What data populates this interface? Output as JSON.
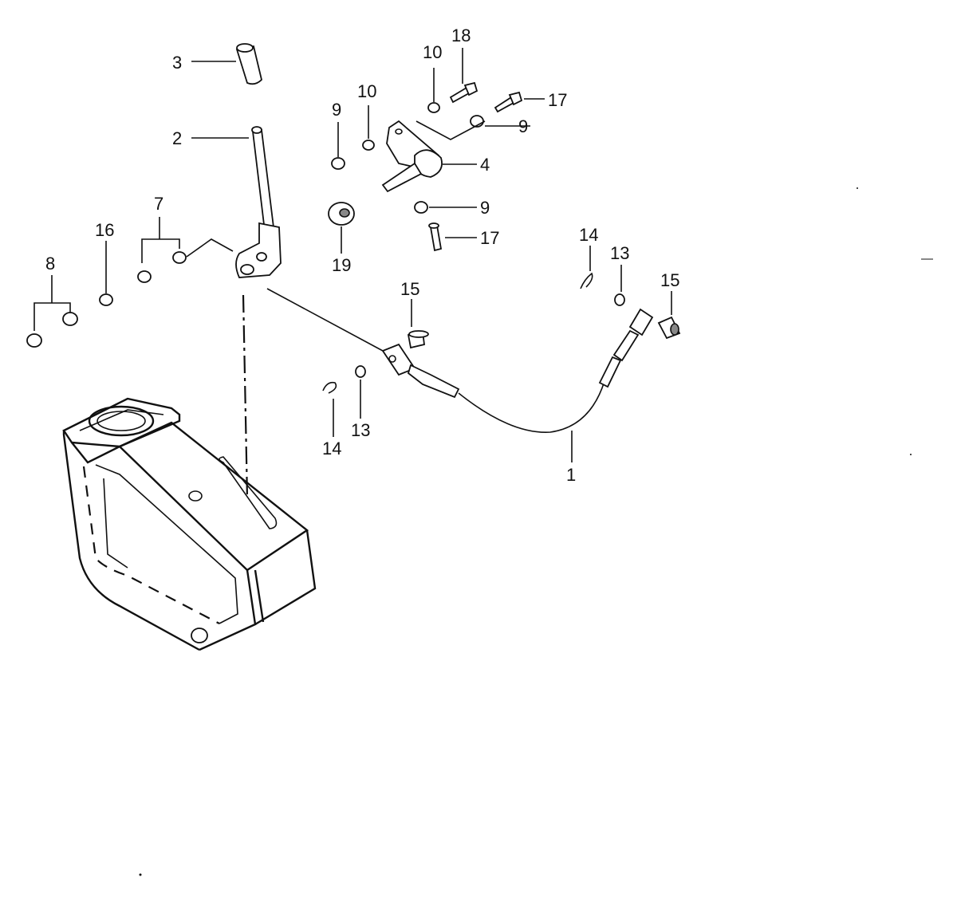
{
  "labels": {
    "p1": "1",
    "p2": "2",
    "p3": "3",
    "p4": "4",
    "p7": "7",
    "p8": "8",
    "p9a": "9",
    "p9b": "9",
    "p9c": "9",
    "p10a": "10",
    "p10b": "10",
    "p13a": "13",
    "p13b": "13",
    "p14a": "14",
    "p14b": "14",
    "p15a": "15",
    "p15b": "15",
    "p16": "16",
    "p17a": "17",
    "p17b": "17",
    "p18": "18",
    "p19": "19"
  },
  "colors": {
    "ink": "#111111",
    "background": "#ffffff"
  }
}
